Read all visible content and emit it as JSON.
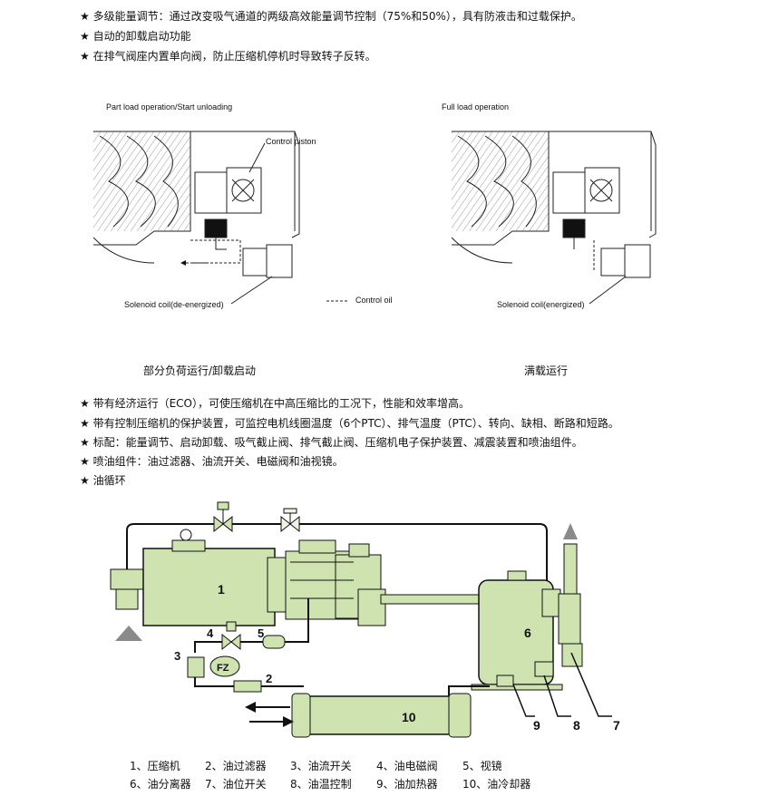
{
  "features_top": [
    "★ 多级能量调节：通过改变吸气通道的两级高效能量调节控制（75%和50%），具有防液击和过载保护。",
    "★ 自动的卸载启动功能",
    "★ 在排气阀座内置单向阀，防止压缩机停机时导致转子反转。"
  ],
  "diagram_left": {
    "title": "Part load operation/Start unloading",
    "label_piston": "Control piston",
    "label_coil": "Solenoid coil(de-energized)",
    "label_oil": "Control oil",
    "caption": "部分负荷运行/卸载启动"
  },
  "diagram_right": {
    "title": "Full load operation",
    "label_coil": "Solenoid coil(energized)",
    "caption": "满载运行"
  },
  "features_bottom": [
    "★ 带有经济运行（ECO），可使压缩机在中高压缩比的工况下，性能和效率增高。",
    "★ 带有控制压缩机的保护装置，可监控电机线圈温度（6个PTC）、排气温度（PTC）、转向、缺相、断路和短路。",
    "★ 标配：能量调节、启动卸载、吸气截止阀、排气截止阀、压缩机电子保护装置、减震装置和喷油组件。",
    "★ 喷油组件：油过滤器、油流开关、电磁阀和油视镜。",
    "★ 油循环"
  ],
  "oil_diagram": {
    "numbers": [
      "1",
      "2",
      "3",
      "4",
      "5",
      "6",
      "7",
      "8",
      "9",
      "10"
    ],
    "fz_label": "FZ",
    "colors": {
      "green": "#cfe3b0",
      "outline": "#222222",
      "arrow": "#8a8a8a"
    }
  },
  "legend_rows": [
    [
      "1、压缩机",
      "2、油过滤器",
      "3、油流开关",
      "4、油电磁阀",
      "5、视镜"
    ],
    [
      "6、油分离器",
      "7、油位开关",
      "8、油温控制",
      "9、油加热器",
      "10、油冷却器"
    ]
  ]
}
